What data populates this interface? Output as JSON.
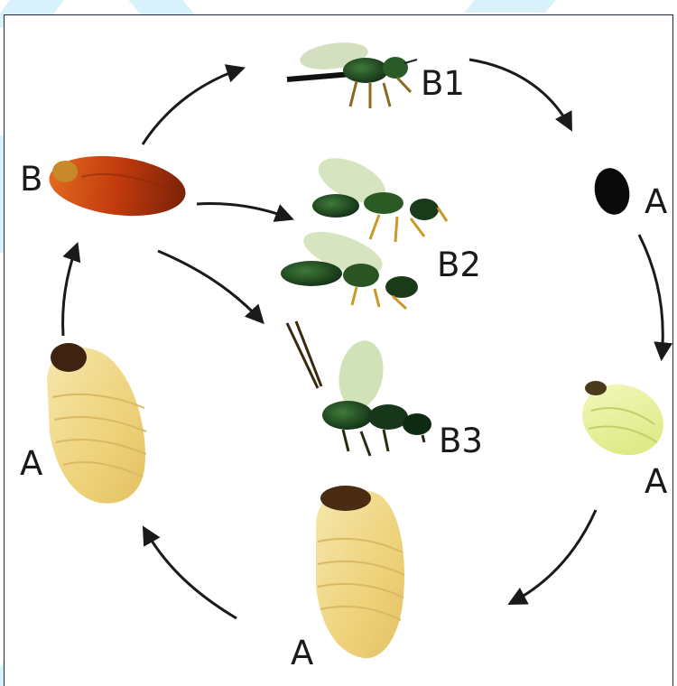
{
  "labels": {
    "b1": "B1",
    "b2": "B2",
    "b3": "B3",
    "b": "B",
    "a_egg": "A",
    "a_larva_small": "A",
    "a_larva_bottom": "A",
    "a_larva_left": "A"
  },
  "colors": {
    "arrow": "#1a1a1a",
    "pupa": "#c0380e",
    "egg": "#0a0a0a",
    "larva_small": "#e6ef9a",
    "larva": "#f2dd92",
    "wasp_body": "#1e4a22",
    "wing": "#d9e6c6",
    "watermark": "#d8f1fb"
  }
}
